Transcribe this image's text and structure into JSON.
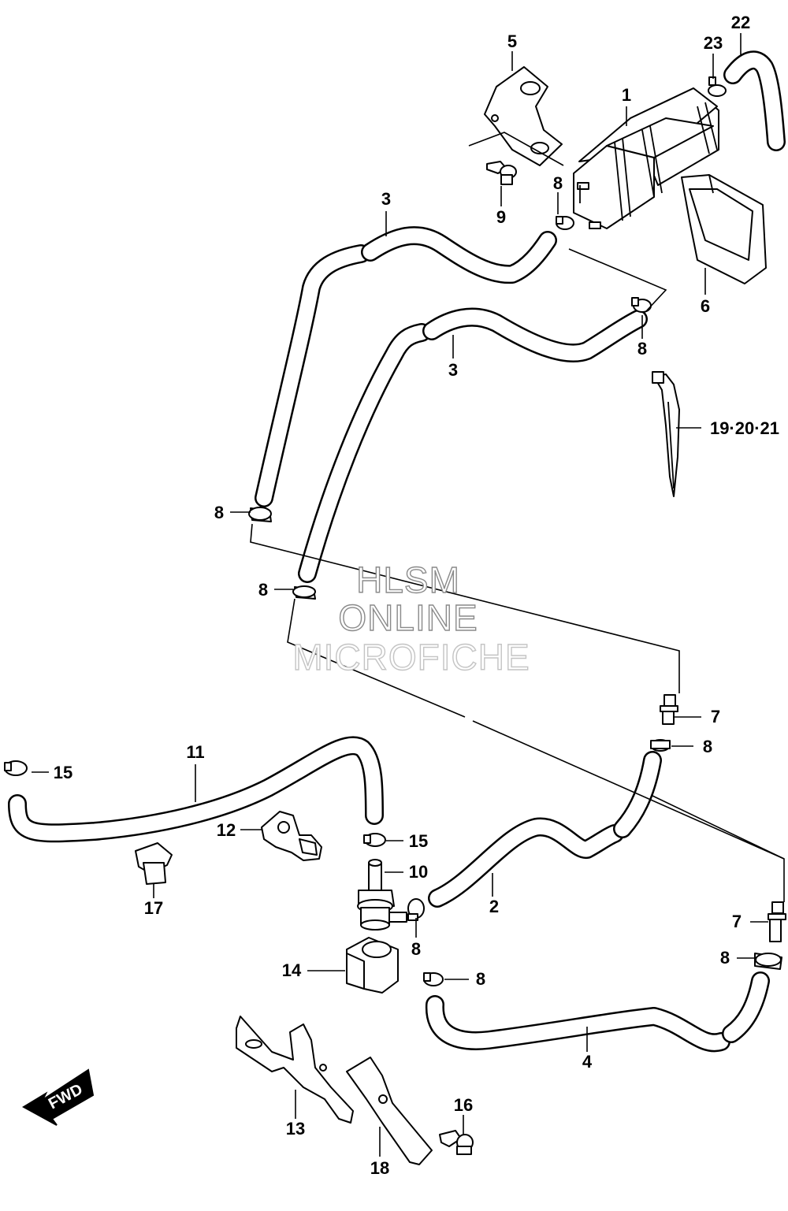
{
  "watermark": {
    "line1": "HLSM",
    "line2": "ONLINE",
    "line3": "MICROFICHE"
  },
  "fwd_arrow": {
    "label": "FWD"
  },
  "callouts": [
    {
      "id": "c1",
      "text": "1"
    },
    {
      "id": "c2",
      "text": "2"
    },
    {
      "id": "c3a",
      "text": "3"
    },
    {
      "id": "c3b",
      "text": "3"
    },
    {
      "id": "c4",
      "text": "4"
    },
    {
      "id": "c5",
      "text": "5"
    },
    {
      "id": "c6",
      "text": "6"
    },
    {
      "id": "c7a",
      "text": "7"
    },
    {
      "id": "c7b",
      "text": "7"
    },
    {
      "id": "c8a",
      "text": "8"
    },
    {
      "id": "c8b",
      "text": "8"
    },
    {
      "id": "c8c",
      "text": "8"
    },
    {
      "id": "c8d",
      "text": "8"
    },
    {
      "id": "c8e",
      "text": "8"
    },
    {
      "id": "c8f",
      "text": "8"
    },
    {
      "id": "c8g",
      "text": "8"
    },
    {
      "id": "c8h",
      "text": "8"
    },
    {
      "id": "c9",
      "text": "9"
    },
    {
      "id": "c10",
      "text": "10"
    },
    {
      "id": "c11",
      "text": "11"
    },
    {
      "id": "c12",
      "text": "12"
    },
    {
      "id": "c13",
      "text": "13"
    },
    {
      "id": "c14",
      "text": "14"
    },
    {
      "id": "c15a",
      "text": "15"
    },
    {
      "id": "c15b",
      "text": "15"
    },
    {
      "id": "c16",
      "text": "16"
    },
    {
      "id": "c17",
      "text": "17"
    },
    {
      "id": "c18",
      "text": "18"
    },
    {
      "id": "c19",
      "text": "19·20·21"
    },
    {
      "id": "c22",
      "text": "22"
    },
    {
      "id": "c23",
      "text": "23"
    }
  ]
}
